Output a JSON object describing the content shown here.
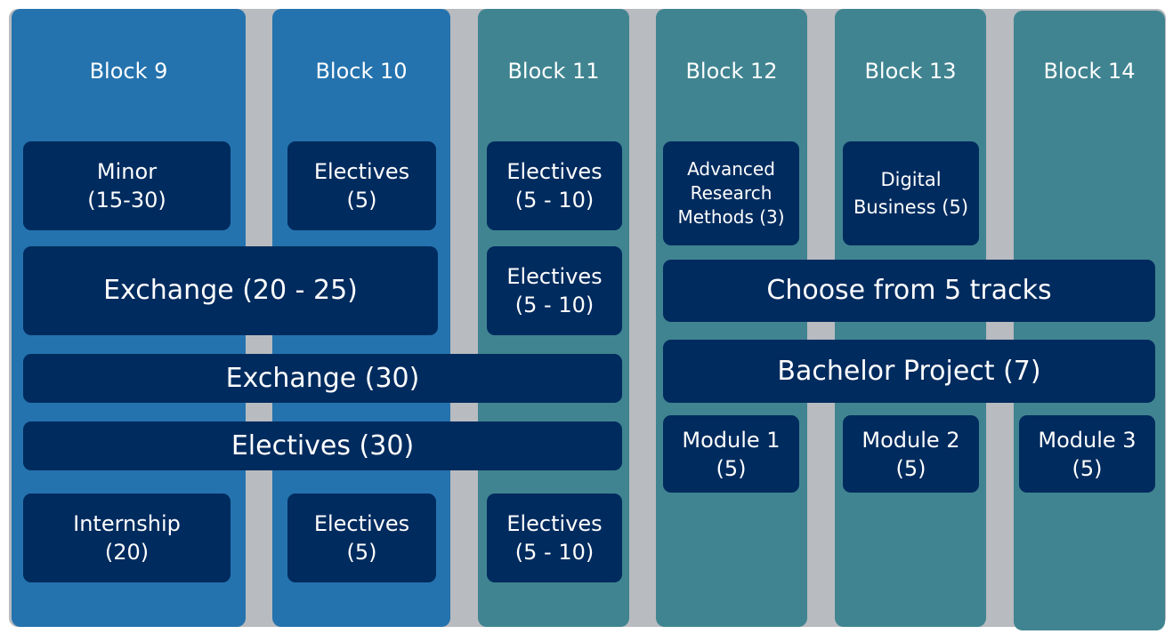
{
  "blocks": [
    {
      "title": "Block 9"
    },
    {
      "title": "Block 10"
    },
    {
      "title": "Block 11"
    },
    {
      "title": "Block 12"
    },
    {
      "title": "Block 13"
    },
    {
      "title": "Block 14"
    }
  ],
  "colors": {
    "backdrop": "#b8bbbf",
    "block_blue": "#2473ae",
    "block_teal": "#408491",
    "box": "#002b5e",
    "text": "#ffffff"
  },
  "boxes": {
    "minor": "Minor\n(15-30)",
    "electives_b10_top": "Electives\n(5)",
    "electives_b11_top": "Electives\n(5 - 10)",
    "advanced_research": "Advanced\nResearch\nMethods (3)",
    "digital_business": "Digital\nBusiness (5)",
    "exchange_20_25": "Exchange (20 - 25)",
    "electives_b11_mid": "Electives\n(5 - 10)",
    "choose_tracks": "Choose from 5 tracks",
    "exchange_30": "Exchange (30)",
    "bachelor_project": "Bachelor Project (7)",
    "electives_30": "Electives (30)",
    "module_1": "Module 1\n(5)",
    "module_2": "Module 2\n(5)",
    "module_3": "Module 3\n(5)",
    "internship": "Internship\n(20)",
    "electives_b10_bottom": "Electives\n(5)",
    "electives_b11_bottom": "Electives\n(5 - 10)"
  }
}
